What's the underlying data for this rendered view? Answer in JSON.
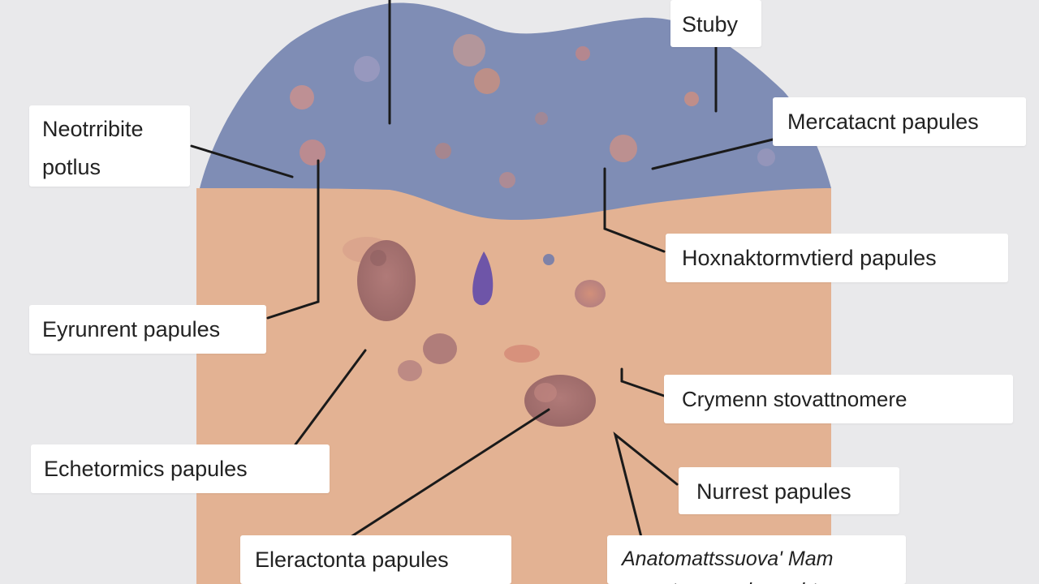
{
  "colors": {
    "background": "#e9e9eb",
    "epidermis": "#7f8db5",
    "dermis": "#e3b293",
    "leader_line": "#1a1a1a",
    "label_box": "#ffffff"
  },
  "labels": {
    "study": "Stuby",
    "neotrribite_line1": "Neotrribite",
    "neotrribite_line2": "potlus",
    "merctracnt": "Mercatacnt papules",
    "hoxnaktormvtierd": "Hoxnaktormvtierd papules",
    "eyrunrent": "Eyrunrent papules",
    "cryment": "Crymenn stovattnomere",
    "echetormics": "Echetormics papules",
    "nurrest": "Nurrest papules",
    "elevactonta": "Eleractonta papules",
    "anatomatts_line1": "Anatomattssuova' Mam",
    "anatomatts_line2": "mcuatuaraneda vacht"
  },
  "icons": {
    "lesion": "skin-lesion-icon",
    "vessel": "purple-vessel-icon"
  }
}
